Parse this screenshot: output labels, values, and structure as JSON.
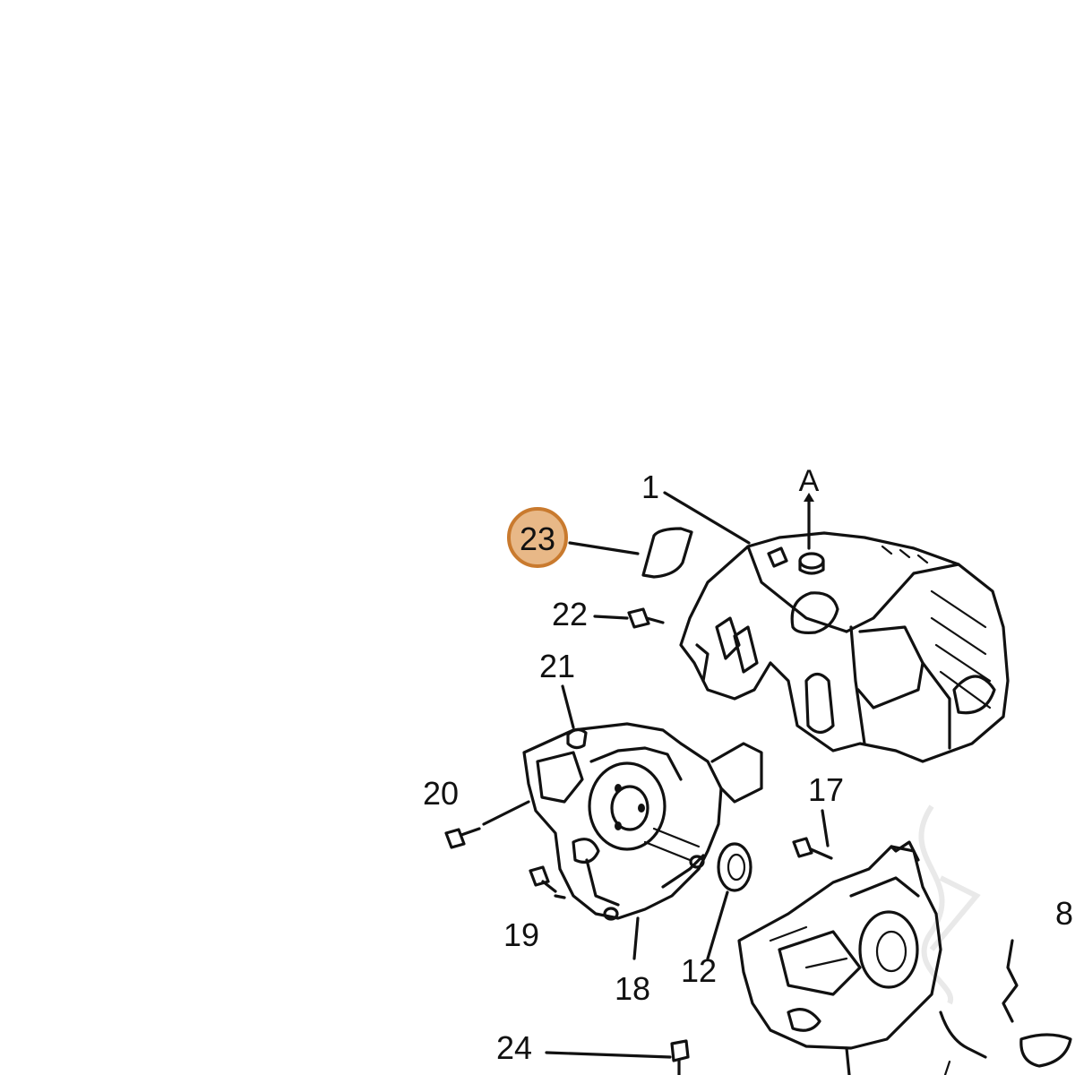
{
  "callouts": {
    "highlighted": {
      "label": "23",
      "fill": "#e8b887",
      "stroke": "#c97a2e"
    },
    "items": [
      {
        "id": "1",
        "label": "1"
      },
      {
        "id": "A",
        "label": "A"
      },
      {
        "id": "22",
        "label": "22"
      },
      {
        "id": "21",
        "label": "21"
      },
      {
        "id": "20",
        "label": "20"
      },
      {
        "id": "19",
        "label": "19"
      },
      {
        "id": "18",
        "label": "18"
      },
      {
        "id": "12",
        "label": "12"
      },
      {
        "id": "17",
        "label": "17"
      },
      {
        "id": "8",
        "label": "8"
      },
      {
        "id": "24",
        "label": "24"
      }
    ]
  },
  "colors": {
    "ink": "#111111",
    "background": "#ffffff",
    "watermark": "#e9e9e9"
  }
}
